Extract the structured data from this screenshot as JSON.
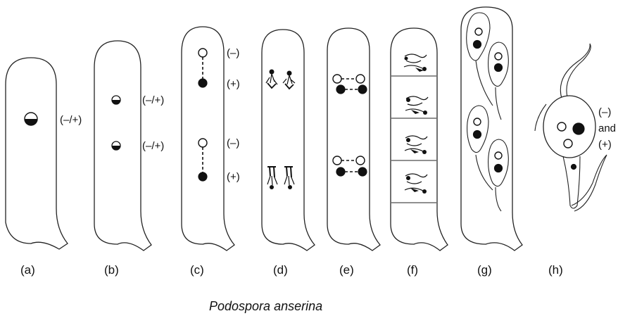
{
  "figure": {
    "title": "Podospora anserina",
    "panels": [
      {
        "id": "a",
        "caption": "(a)",
        "labels": [
          "(–/+)"
        ]
      },
      {
        "id": "b",
        "caption": "(b)",
        "labels": [
          "(–/+)",
          "(–/+)"
        ]
      },
      {
        "id": "c",
        "caption": "(c)",
        "labels": [
          "(–)",
          "(+)",
          "(–)",
          "(+)"
        ]
      },
      {
        "id": "d",
        "caption": "(d)",
        "labels": []
      },
      {
        "id": "e",
        "caption": "(e)",
        "labels": []
      },
      {
        "id": "f",
        "caption": "(f)",
        "labels": []
      },
      {
        "id": "g",
        "caption": "(g)",
        "labels": []
      },
      {
        "id": "h",
        "caption": "(h)",
        "labels": [
          "(–)",
          "and",
          "(+)"
        ]
      }
    ]
  }
}
